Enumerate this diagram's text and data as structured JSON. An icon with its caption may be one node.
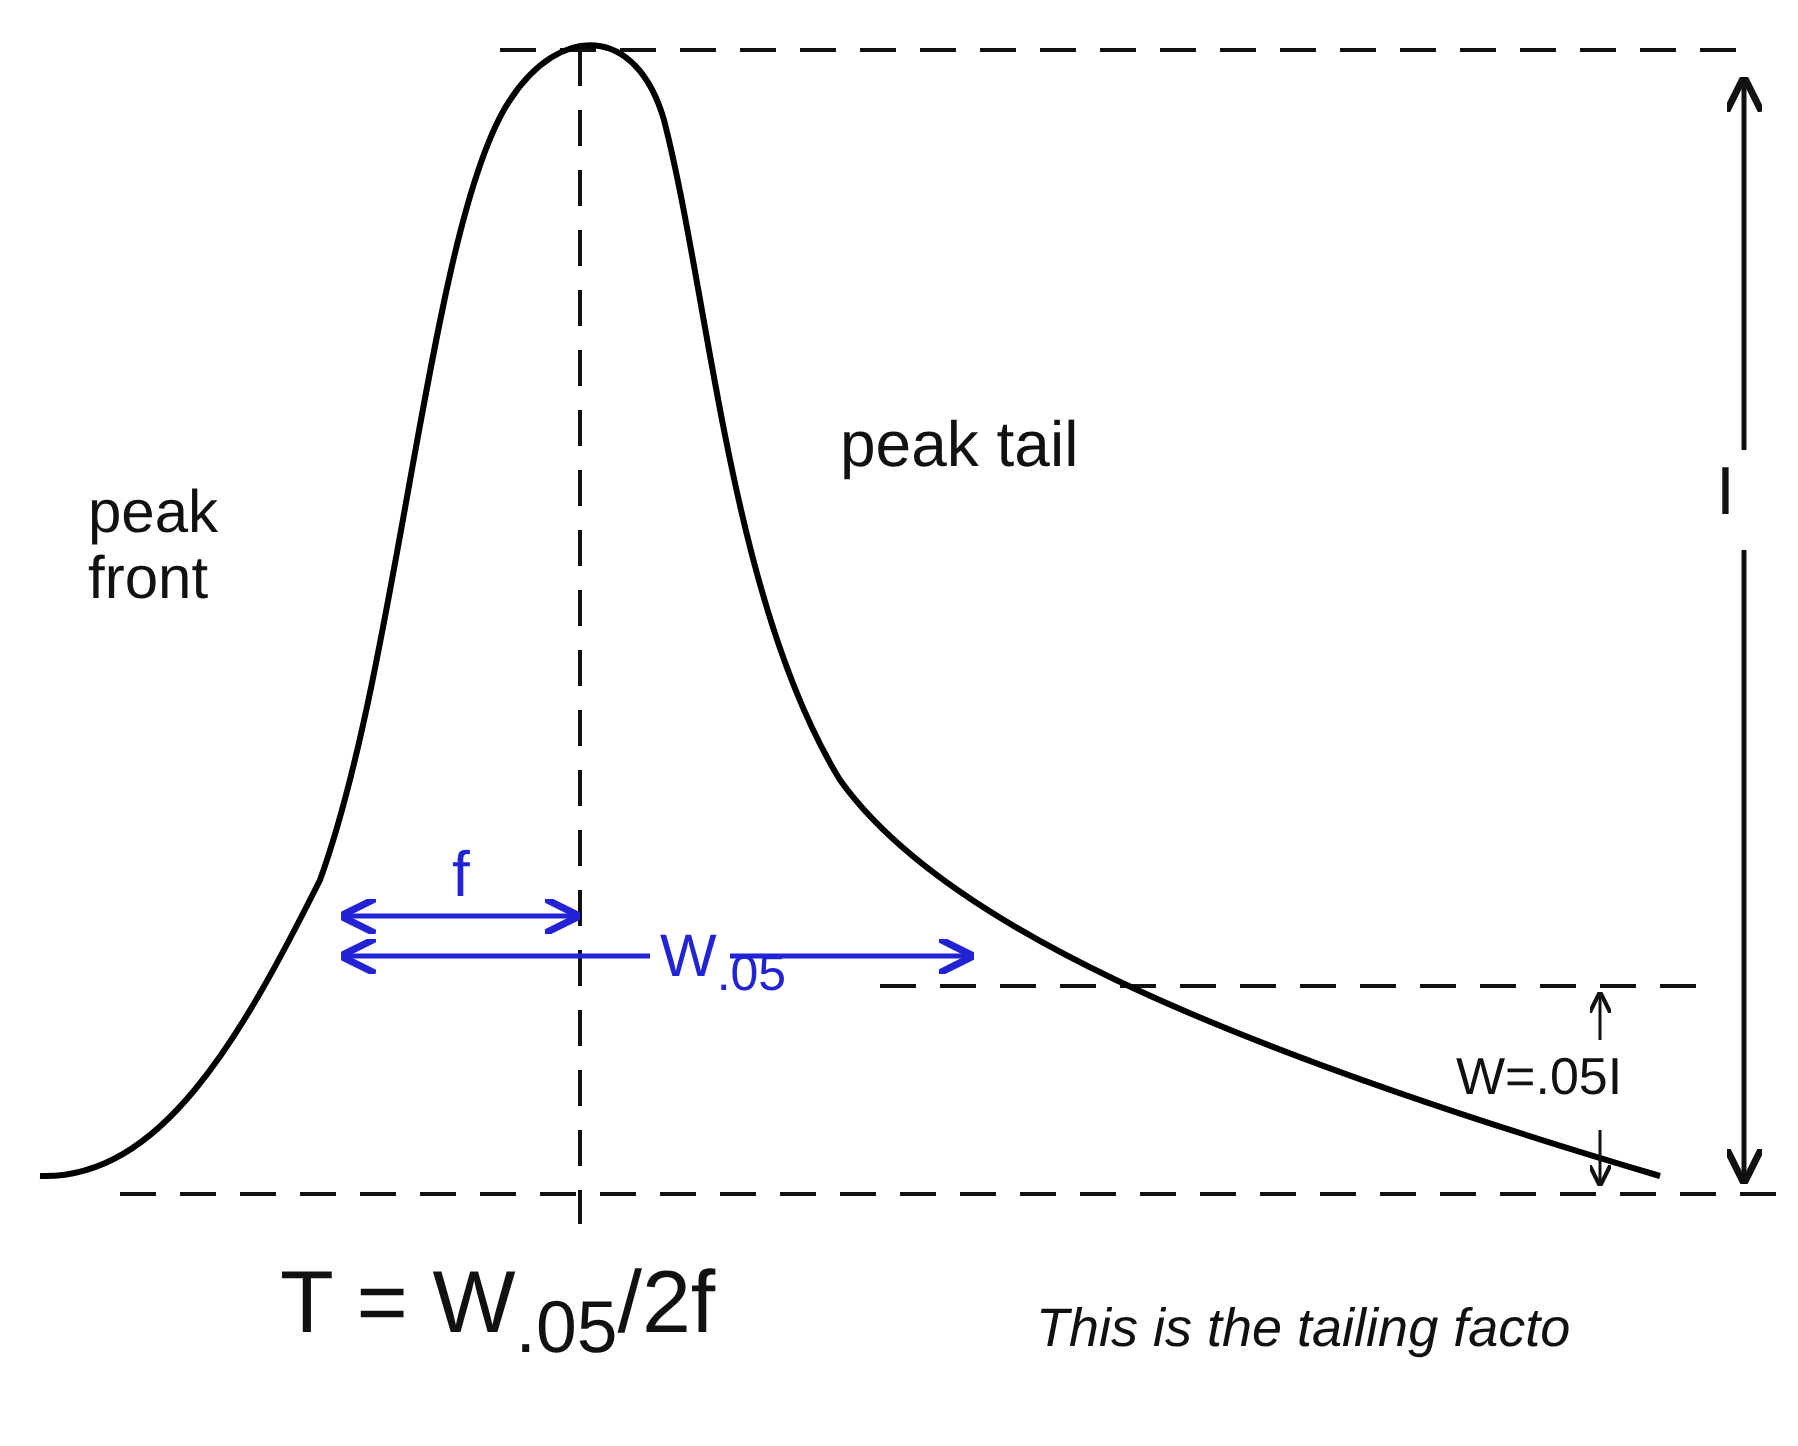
{
  "diagram": {
    "labels": [
      "peak front",
      "peak tail",
      "I",
      "f",
      "W$_{.05}$",
      "W=.05I",
      "T = W$_{.05}$/2f",
      "This is the tailing facto"
    ]
  }
}
